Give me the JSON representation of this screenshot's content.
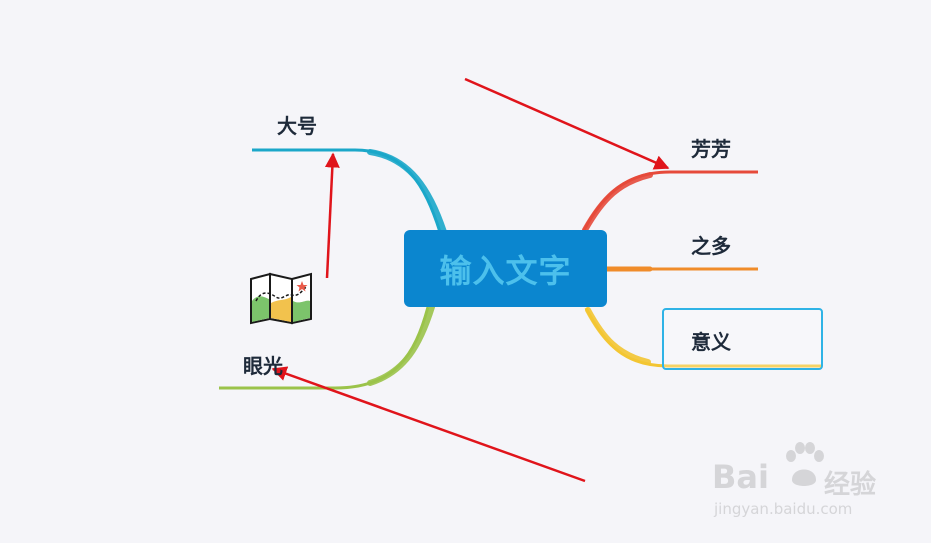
{
  "central_topic": {
    "label": "输入文字"
  },
  "branches": [
    {
      "id": "dahao",
      "label": "大号",
      "color": "#1ba7c9"
    },
    {
      "id": "yanguang",
      "label": "眼光",
      "color": "#9bc34a"
    },
    {
      "id": "fangfang",
      "label": "芳芳",
      "color": "#e64a3b"
    },
    {
      "id": "zhiduo",
      "label": "之多",
      "color": "#f08c2a"
    },
    {
      "id": "yiyi",
      "label": "意义",
      "color": "#f3c532"
    }
  ],
  "annotations": {
    "arrow_color": "#e0141b",
    "selection_color": "#2fb3e6"
  },
  "icons": {
    "map": "map-icon"
  },
  "watermark": {
    "brand": "Bai",
    "brand_tail": "经验",
    "url": "jingyan.baidu.com"
  }
}
